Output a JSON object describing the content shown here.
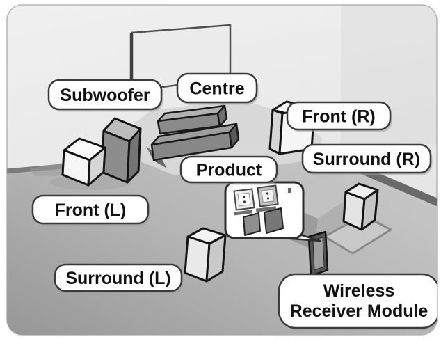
{
  "diagram": {
    "title": "speaker-placement-diagram",
    "labels": {
      "subwoofer": "Subwoofer",
      "centre": "Centre",
      "front_right": "Front (R)",
      "surround_right": "Surround (R)",
      "product": "Product",
      "front_left": "Front (L)",
      "surround_left": "Surround (L)",
      "wireless_receiver_module": {
        "line1": "Wireless",
        "line2": "Receiver Module"
      }
    },
    "colors": {
      "wall": "#e9e9e9",
      "floor_light": "#cbcbcb",
      "floor_dark": "#999999",
      "baseboard": "#6d6d6d",
      "label_fill": "#ffffff",
      "label_border": "#3b3b3b",
      "label_text": "#111111",
      "speaker_dark": "#8d8d8d",
      "speaker_light": "#f5f5f5"
    }
  }
}
